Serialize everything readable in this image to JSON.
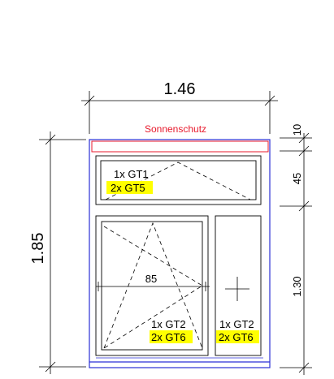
{
  "colors": {
    "outer_frame": "#2a2fd6",
    "sun_protection": "#e8192c",
    "highlight": "#ffff00"
  },
  "dimensions": {
    "overall_width": "1.46",
    "overall_height": "1.85",
    "sun_protection_height": "10",
    "transom_height": "45",
    "lower_height": "1.30",
    "sash_width": "85"
  },
  "labels": {
    "sun_protection": "Sonnenschutz",
    "transom_line1": "1x GT1",
    "transom_line2": "2x GT5",
    "left_sash_line1": "1x GT2",
    "left_sash_line2": "2x GT6",
    "right_sash_line1": "1x GT2",
    "right_sash_line2": "2x GT6"
  },
  "icons": {
    "fixed_glazing": "plus-cross-icon"
  }
}
